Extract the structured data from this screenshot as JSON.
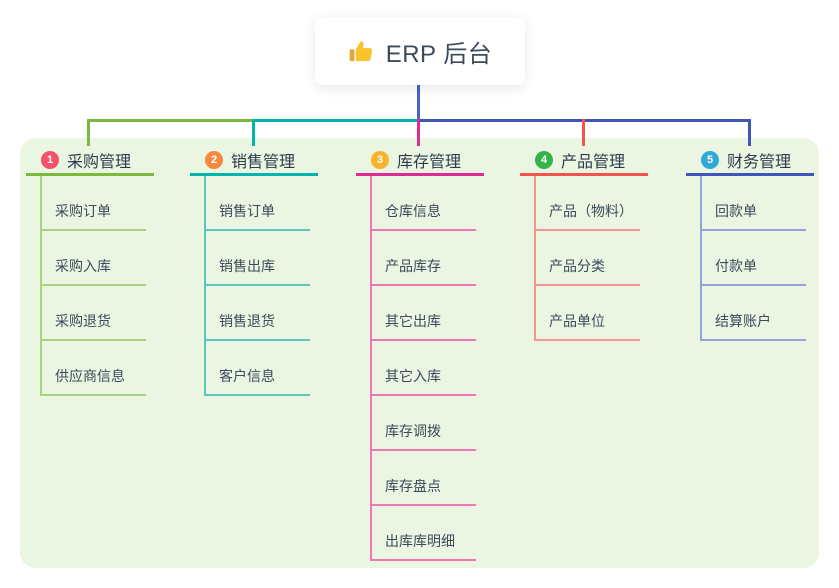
{
  "root": {
    "label": "ERP 后台",
    "icon": "thumbs-up-icon",
    "line_color": "#4c5fc4"
  },
  "panel_color": "#eaf6e2",
  "branches": [
    {
      "index": "1",
      "label": "采购管理",
      "badge_color": "#f4526b",
      "line_color": "#7cb93f",
      "child_line_color": "#a9d47f",
      "children": [
        "采购订单",
        "采购入库",
        "采购退货",
        "供应商信息"
      ]
    },
    {
      "index": "2",
      "label": "销售管理",
      "badge_color": "#f6883f",
      "line_color": "#00b3ab",
      "child_line_color": "#5ec6bc",
      "children": [
        "销售订单",
        "销售出库",
        "销售退货",
        "客户信息"
      ]
    },
    {
      "index": "3",
      "label": "库存管理",
      "badge_color": "#f7b32a",
      "line_color": "#df2a96",
      "child_line_color": "#ef77b5",
      "children": [
        "仓库信息",
        "产品库存",
        "其它出库",
        "其它入库",
        "库存调拨",
        "库存盘点",
        "出库库明细"
      ]
    },
    {
      "index": "4",
      "label": "产品管理",
      "badge_color": "#33b348",
      "line_color": "#f4534f",
      "child_line_color": "#f59694",
      "children": [
        "产品（物料）",
        "产品分类",
        "产品单位"
      ]
    },
    {
      "index": "5",
      "label": "财务管理",
      "badge_color": "#30a8d8",
      "line_color": "#3f55b8",
      "child_line_color": "#93a4d9",
      "children": [
        "回款单",
        "付款单",
        "结算账户"
      ]
    }
  ]
}
